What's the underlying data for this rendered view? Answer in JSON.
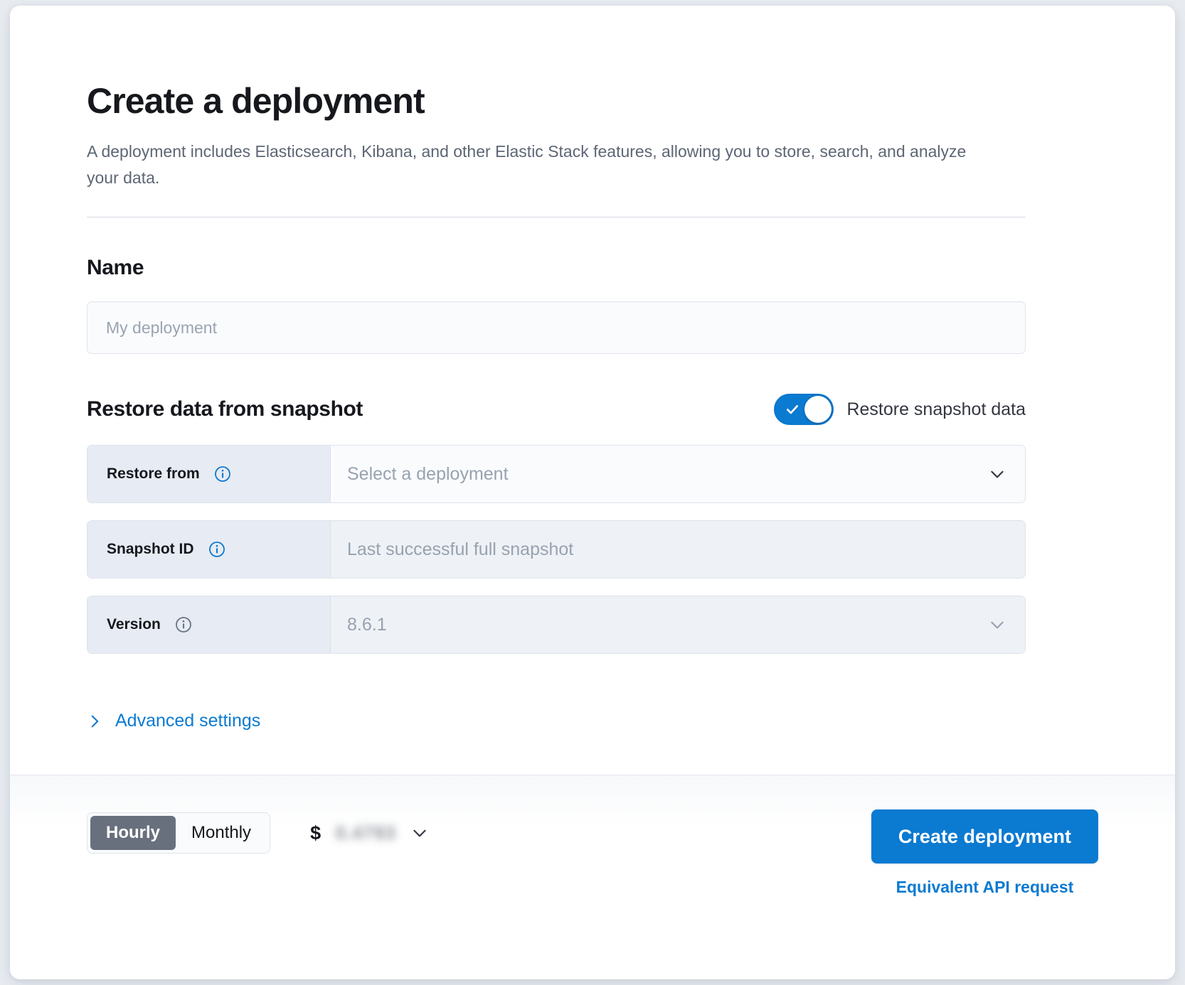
{
  "header": {
    "title": "Create a deployment",
    "description": "A deployment includes Elasticsearch, Kibana, and other Elastic Stack features, allowing you to store, search, and analyze your data."
  },
  "name_section": {
    "heading": "Name",
    "input_value": "",
    "input_placeholder": "My deployment"
  },
  "restore_section": {
    "heading": "Restore data from snapshot",
    "toggle": {
      "label": "Restore snapshot data",
      "checked": true,
      "icon": "check-icon"
    },
    "rows": [
      {
        "label": "Restore from",
        "info_icon": "info-icon",
        "value": "Select a deployment",
        "placeholder": "Select a deployment",
        "disabled": false,
        "has_chevron": true,
        "chevron_icon": "chevron-down-icon"
      },
      {
        "label": "Snapshot ID",
        "info_icon": "info-icon",
        "value": "Last successful full snapshot",
        "placeholder": "Last successful full snapshot",
        "disabled": true,
        "has_chevron": false,
        "chevron_icon": ""
      },
      {
        "label": "Version",
        "info_icon": "info-icon",
        "value": "8.6.1",
        "placeholder": "8.6.1",
        "disabled": true,
        "has_chevron": true,
        "chevron_icon": "chevron-down-icon"
      }
    ],
    "advanced_settings": {
      "label": "Advanced settings",
      "icon": "chevron-right-icon"
    }
  },
  "footer": {
    "billing_options": [
      {
        "label": "Hourly",
        "selected": true
      },
      {
        "label": "Monthly",
        "selected": false
      }
    ],
    "price": {
      "currency_symbol": "$",
      "amount": "0.4793",
      "chevron_icon": "chevron-down-icon"
    },
    "create_button": "Create deployment",
    "api_link": "Equivalent API request"
  },
  "colors": {
    "accent_blue": "#0b7ad1",
    "heading_dark": "#16181d",
    "body_grey": "#5d6674",
    "label_block": "#e7ebf3",
    "disabled_field": "#eef1f5",
    "segment_active": "#69707d"
  }
}
